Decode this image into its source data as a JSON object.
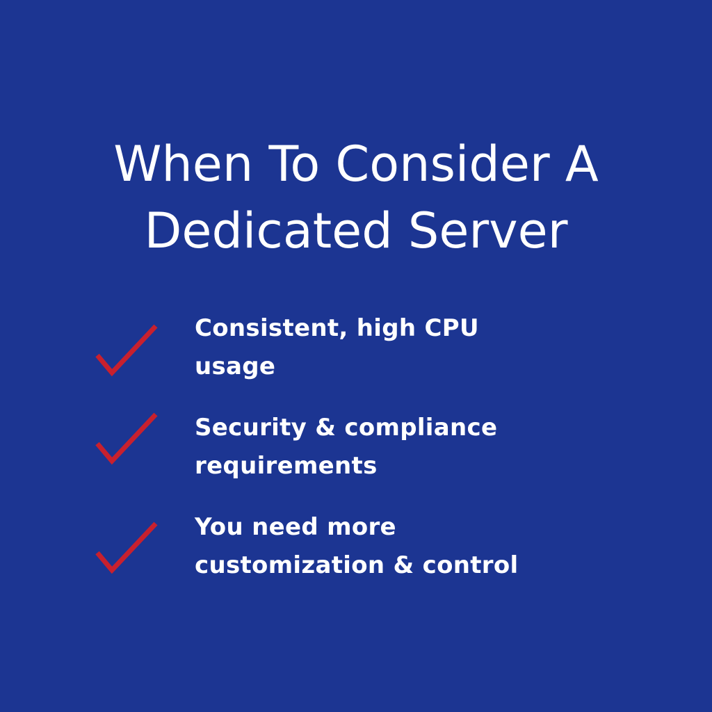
{
  "colors": {
    "background": "#1c3592",
    "text": "#ffffff",
    "check": "#c8202e"
  },
  "title": {
    "line1": "When To Consider A",
    "line2": "Dedicated Server"
  },
  "items": [
    {
      "icon": "checkmark-icon",
      "line1": "Consistent, high CPU",
      "line2": "usage"
    },
    {
      "icon": "checkmark-icon",
      "line1": "Security & compliance",
      "line2": "requirements"
    },
    {
      "icon": "checkmark-icon",
      "line1": "You need more",
      "line2": "customization & control"
    }
  ]
}
